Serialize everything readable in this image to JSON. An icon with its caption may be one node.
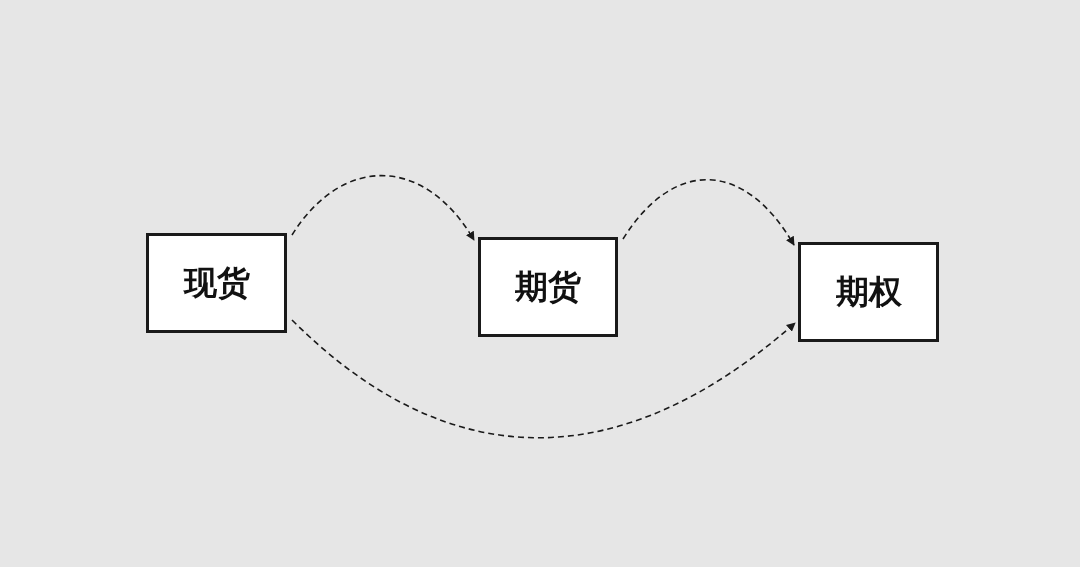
{
  "diagram": {
    "nodes": [
      {
        "text": [
          "现货"
        ]
      },
      {
        "text": [
          "期货"
        ]
      },
      {
        "text": [
          "期权"
        ]
      }
    ],
    "edges": [
      {
        "from": 0,
        "to": 1,
        "arrow": "to",
        "style": "dashed"
      },
      {
        "from": 1,
        "to": 2,
        "arrow": "to",
        "style": "dashed"
      },
      {
        "from": 0,
        "to": 2,
        "arrow": "to",
        "style": "dashed"
      }
    ]
  }
}
